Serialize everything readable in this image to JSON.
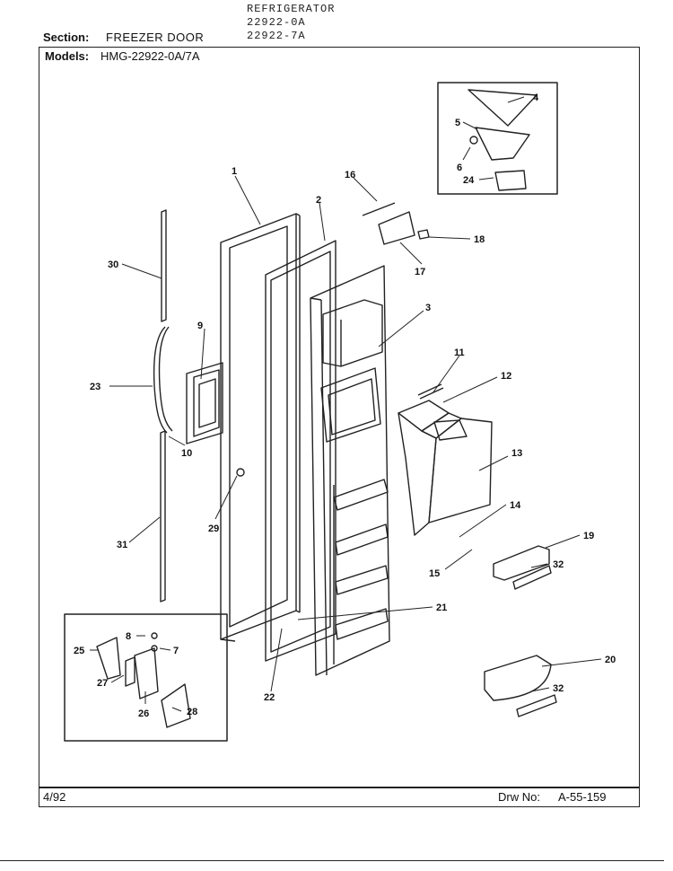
{
  "header": {
    "product_line1": "REFRIGERATOR",
    "product_line2": "22922-0A",
    "product_line3": "22922-7A",
    "section_label": "Section:",
    "section_value": "FREEZER DOOR",
    "models_label": "Models:",
    "models_value": "HMG-22922-0A/7A"
  },
  "footer": {
    "date": "4/92",
    "drawing_label": "Drw No:",
    "drawing_number": "A-55-159"
  },
  "callouts": [
    "1",
    "2",
    "3",
    "4",
    "5",
    "6",
    "7",
    "8",
    "9",
    "10",
    "11",
    "12",
    "13",
    "14",
    "15",
    "16",
    "17",
    "18",
    "19",
    "20",
    "21",
    "22",
    "23",
    "24",
    "25",
    "26",
    "27",
    "28",
    "29",
    "30",
    "31",
    "32",
    "32"
  ]
}
